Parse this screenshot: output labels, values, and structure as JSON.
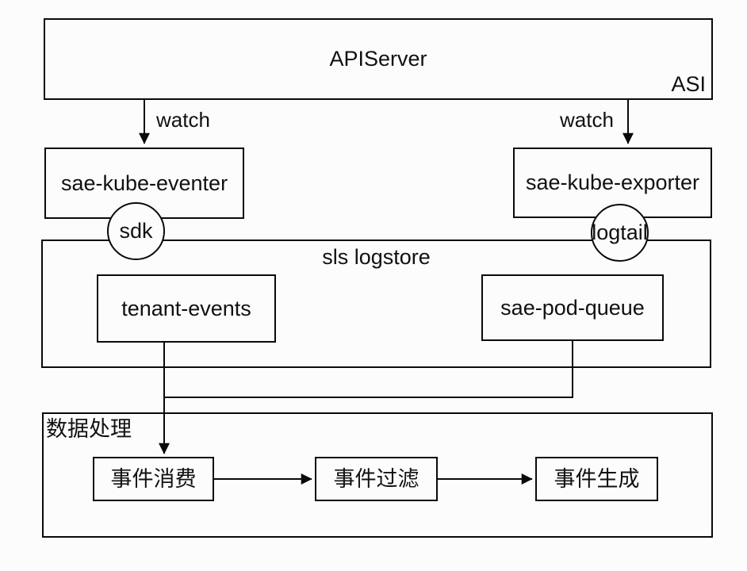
{
  "nodes": {
    "apiserver": "APIServer",
    "asi": "ASI",
    "eventer": "sae-kube-eventer",
    "exporter": "sae-kube-exporter",
    "sdk": "sdk",
    "logtail": "logtail",
    "logstore": "sls logstore",
    "tenant_events": "tenant-events",
    "pod_queue": "sae-pod-queue",
    "data_processing": "数据处理",
    "event_consume": "事件消费",
    "event_filter": "事件过滤",
    "event_generate": "事件生成"
  },
  "edges": {
    "watch_left": "watch",
    "watch_right": "watch"
  },
  "colors": {
    "background": "#fcfcfc",
    "line": "#0a0a0a",
    "text": "#111111"
  }
}
